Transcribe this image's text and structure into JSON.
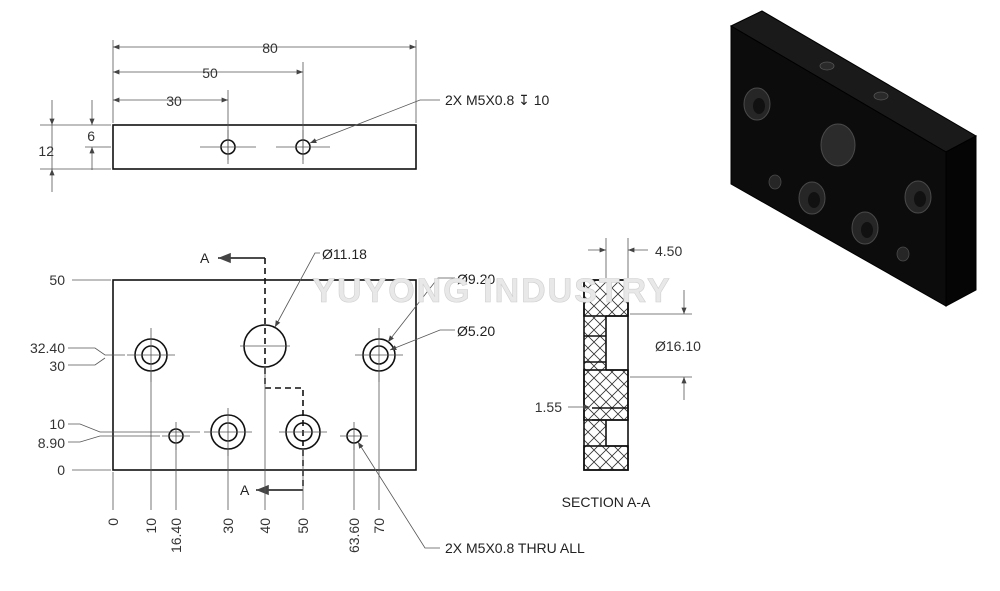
{
  "watermark": "YUYONG INDUSTRY",
  "top_view": {
    "overall_width": "80",
    "dim_50": "50",
    "dim_30": "30",
    "height_12": "12",
    "height_6": "6",
    "callout_tap": "2X M5X0.8 ↧ 10"
  },
  "front_view": {
    "section_mark": "A",
    "dia_11_18": "Ø11.18",
    "dia_9_20": "Ø9.20",
    "dia_5_20": "Ø5.20",
    "y_labels": [
      "50",
      "32.40",
      "30",
      "10",
      "8.90",
      "0"
    ],
    "x_labels": [
      "0",
      "10",
      "16.40",
      "30",
      "40",
      "50",
      "63.60",
      "70"
    ],
    "callout_thru": "2X M5X0.8 THRU ALL"
  },
  "section_view": {
    "dim_4_50": "4.50",
    "dia_16_10": "Ø16.10",
    "dim_1_55": "1.55",
    "title": "SECTION A-A"
  },
  "colors": {
    "part_black": "#0c0c0c",
    "line_gray": "#555555",
    "watermark_gray": "#d9d9d9"
  }
}
